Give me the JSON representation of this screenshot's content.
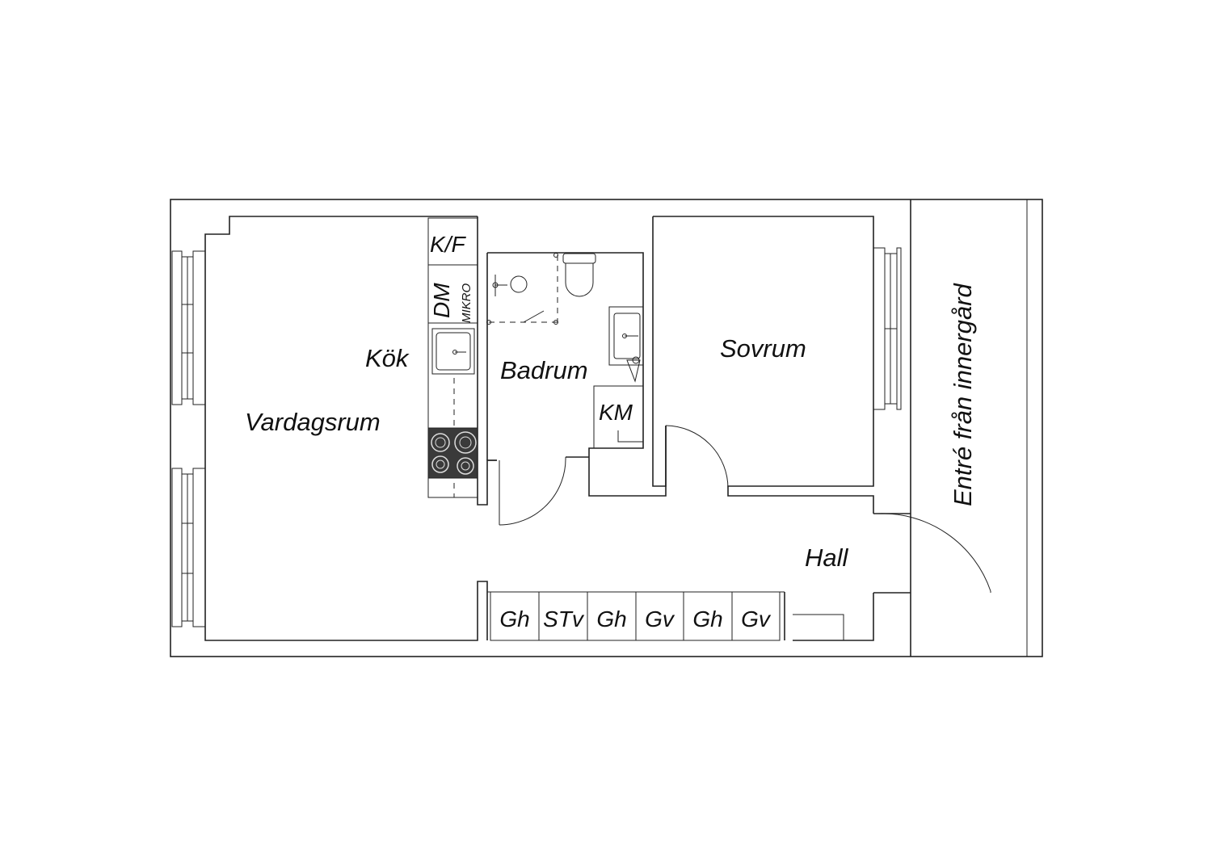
{
  "rooms": {
    "kitchen": "Kök",
    "living": "Vardagsrum",
    "bath": "Badrum",
    "bedroom": "Sovrum",
    "hall": "Hall",
    "entrance": "Entré från innergård"
  },
  "fixtures": {
    "fridge_freezer": "K/F",
    "dishwasher": "DM",
    "microwave": "MIKRO",
    "washer": "KM",
    "wardrobes": [
      "Gh",
      "STv",
      "Gh",
      "Gv",
      "Gh",
      "Gv"
    ]
  },
  "colors": {
    "line": "#222222",
    "stove": "#3a3a3a",
    "background": "#ffffff"
  }
}
